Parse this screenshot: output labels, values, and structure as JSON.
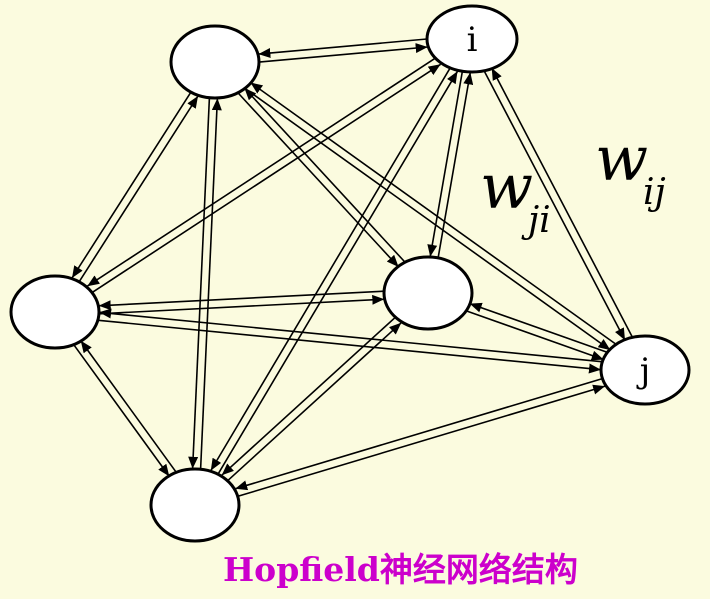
{
  "diagram": {
    "type": "fully-connected bidirectional network",
    "nodes": [
      {
        "id": "top-left",
        "label": ""
      },
      {
        "id": "i",
        "label": "i"
      },
      {
        "id": "left",
        "label": ""
      },
      {
        "id": "center",
        "label": ""
      },
      {
        "id": "j",
        "label": "j"
      },
      {
        "id": "bottom",
        "label": ""
      }
    ],
    "edges_bidirectional": true,
    "weight_labels": {
      "w_ji": {
        "main": "w",
        "sub": "ji"
      },
      "w_ij": {
        "main": "w",
        "sub": "ij"
      }
    },
    "colors": {
      "background": "#FBFBDF",
      "node_fill": "#FFFFFF",
      "stroke": "#000000",
      "caption": "#CC00CC"
    }
  },
  "caption": "Hopfield神经网络结构"
}
